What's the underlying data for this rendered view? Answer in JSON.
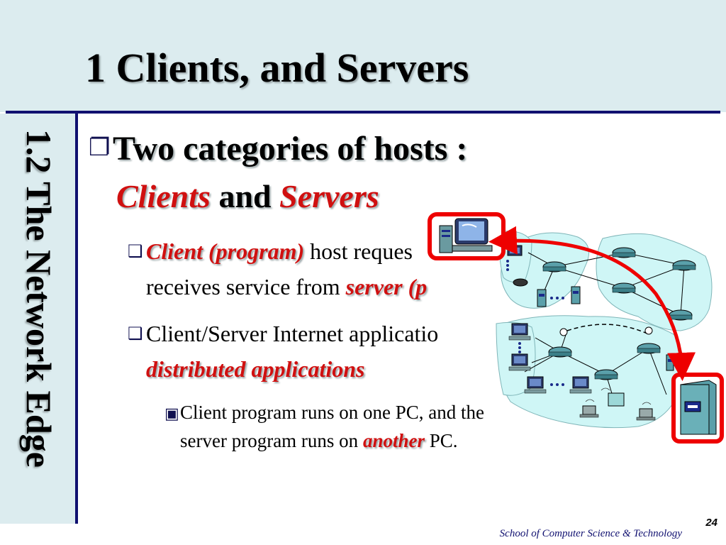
{
  "slide": {
    "title": "1 Clients, and Servers",
    "side_title": "1.2 The Network Edge",
    "page_number": "24",
    "footer": "School of Computer Science & Technology"
  },
  "bullets": {
    "main": {
      "text": "Two categories of hosts :",
      "clients": "Clients",
      "and": "and",
      "servers": "Servers"
    },
    "sub1": {
      "em": "Client (program)",
      "rest": "host reques",
      "line2": "receives service from",
      "line2_em": "server (p"
    },
    "sub2": {
      "text": "Client/Server Internet applicatio",
      "line2_em": "distributed applications"
    },
    "sub3": {
      "text": "Client program runs on one PC, and the",
      "line2": "server program runs on",
      "line2_em": "another",
      "line2_end": "PC."
    }
  },
  "colors": {
    "background_band": "#dcecef",
    "rule": "#101070",
    "emphasis": "#d01010",
    "network_fill": "#cff6f6"
  },
  "icons": [
    "checkbox-bullet-icon",
    "square-bullet-icon",
    "desktop-computer-icon",
    "server-tower-icon",
    "router-icon",
    "laptop-icon",
    "double-arrow-icon"
  ]
}
